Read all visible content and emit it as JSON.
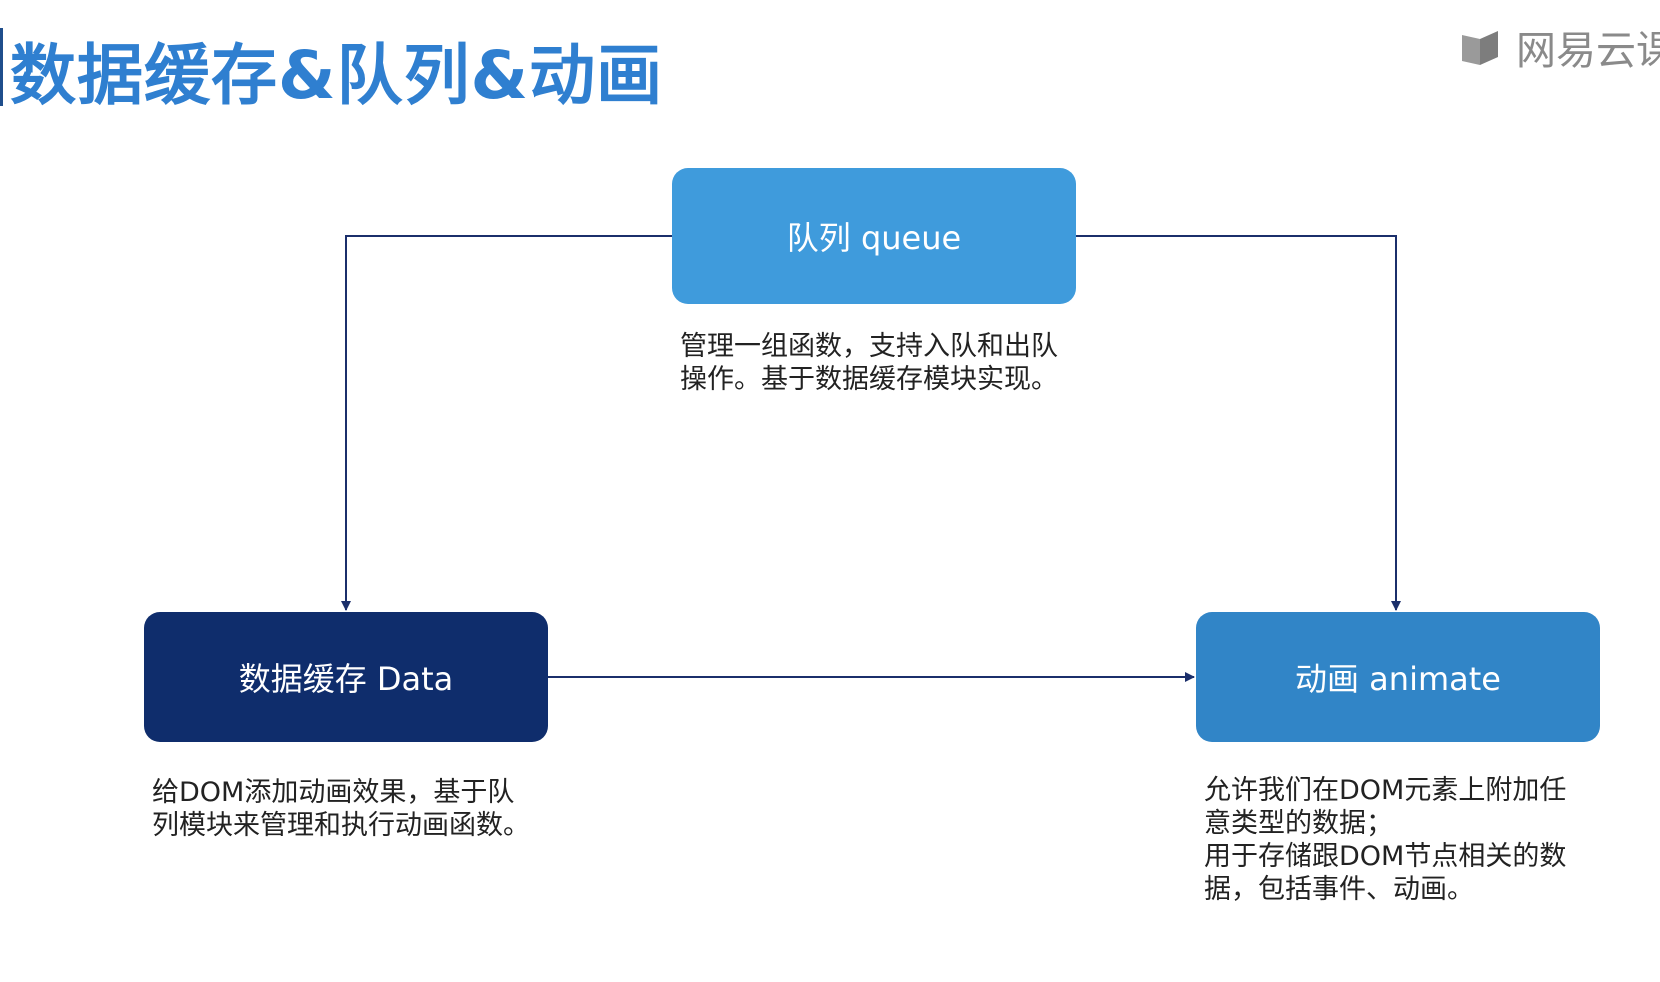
{
  "page": {
    "title": "数据缓存&队列&动画",
    "logo_text": "网易云课"
  },
  "nodes": {
    "queue": {
      "label": "队列 queue",
      "description": "管理一组函数，支持入队和出队\n操作。基于数据缓存模块实现。"
    },
    "data": {
      "label": "数据缓存 Data",
      "description": "给DOM添加动画效果，基于队\n列模块来管理和执行动画函数。"
    },
    "animate": {
      "label": "动画 animate",
      "description": "允许我们在DOM元素上附加任\n意类型的数据；\n用于存储跟DOM节点相关的数\n据，包括事件、动画。"
    }
  },
  "edges": [
    {
      "from": "queue",
      "to": "data"
    },
    {
      "from": "queue",
      "to": "animate"
    },
    {
      "from": "data",
      "to": "animate"
    }
  ],
  "colors": {
    "title": "#2f7fd0",
    "queue_box": "#3f9bdc",
    "data_box": "#0f2d6c",
    "animate_box": "#3185c7",
    "arrow": "#1b2f6b"
  },
  "icons": {
    "logo": "book-icon"
  }
}
